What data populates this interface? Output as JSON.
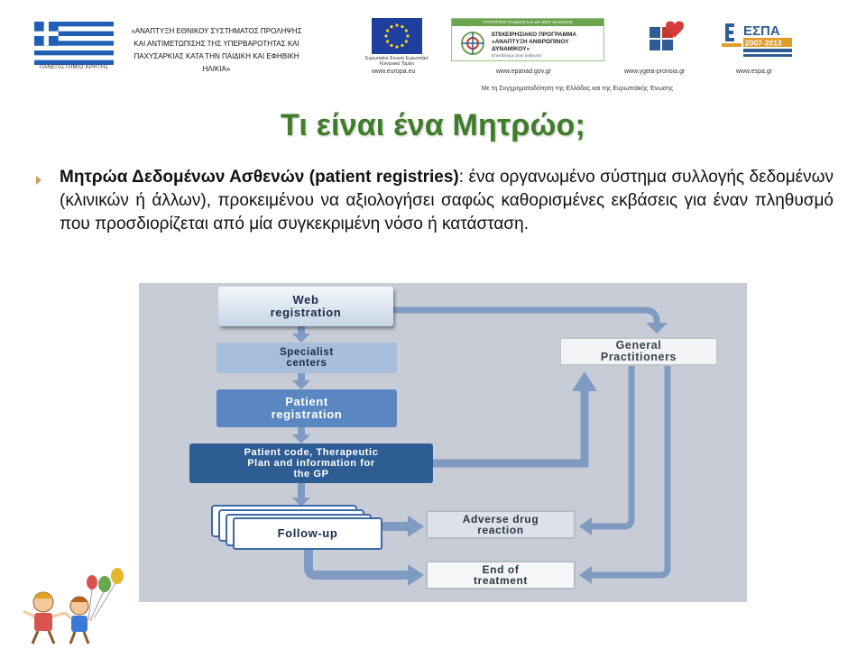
{
  "header": {
    "flag_caption": "ΠΑΝΕΠΙΣΤΗΜΙΟ ΚΡΗΤΗΣ",
    "program_title": "«ΑΝΑΠΤΥΞΗ ΕΘΝΙΚΟΥ ΣΥΣΤΗΜΑΤΟΣ ΠΡΟΛΗΨΗΣ ΚΑΙ ΑΝΤΙΜΕΤΩΠΙΣΗΣ ΤΗΣ ΥΠΕΡΒΑΡΟΤΗΤΑΣ ΚΑΙ ΠΑΧΥΣΑΡΚΙΑΣ ΚΑΤΑ ΤΗΝ ΠΑΙΔΙΚΗ ΚΑΙ ΕΦΗΒΙΚΗ ΗΛΙΚΙΑ»",
    "eu_caption": "Ευρωπαϊκή Ένωση Ευρωπαϊκό Κοινωνικό Ταμείο",
    "epanad_top": "ΥΠΟΥΡΓΕΙΟ ΠΑΙΔΕΙΑΣ ΚΑΙ ΔΙΑ ΒΙΟΥ ΜΑΘΗΣΗΣ",
    "epanad_text": "ΕΠΙΧΕΙΡΗΣΙΑΚΟ ΠΡΟΓΡΑΜΜΑ\n«ΑΝΑΠΤΥΞΗ ΑΝΘΡΩΠΙΝΟΥ ΔΥΝΑΜΙΚΟΥ»",
    "epanad_sub": "Επενδύουμε στον άνθρωπο",
    "espa_label": "ΕΣΠΑ",
    "espa_years": "2007-2013",
    "urls": [
      "www.europa.eu",
      "www.epanad.gov.gr",
      "www.ygeia-pronoia.gr",
      "www.espa.gr"
    ],
    "cofund": "Με τη Συγχρηματοδότηση της Ελλάδας και της Ευρωπαϊκής Ένωσης"
  },
  "slide": {
    "title": "Τι είναι ένα Μητρώο;",
    "bullet_bold": "Μητρώα Δεδομένων Ασθενών (patient registries)",
    "bullet_rest": ": ένα οργανωμένο σύστημα συλλογής δεδομένων (κλινικών ή άλλων), προκειμένου να αξιολογήσει σαφώς καθορισμένες εκβάσεις για έναν πληθυσμό που προσδιορίζεται από μία συγκεκριμένη νόσο ή κατάσταση."
  },
  "diagram": {
    "web_registration": "Web\nregistration",
    "specialist_centers": "Specialist\ncenters",
    "patient_registration": "Patient\nregistration",
    "patient_code": "Patient code, Therapeutic\nPlan and information for\nthe GP",
    "general_practitioners": "General\nPractitioners",
    "follow_up": "Follow-up",
    "adverse_drug_reaction": "Adverse drug\nreaction",
    "end_of_treatment": "End of\ntreatment"
  },
  "colors": {
    "title_green": "#3f7d2a",
    "diagram_bg": "#c7ccd6",
    "arrow_blue": "#7f9bc2",
    "dark_blue": "#2e5d94"
  }
}
